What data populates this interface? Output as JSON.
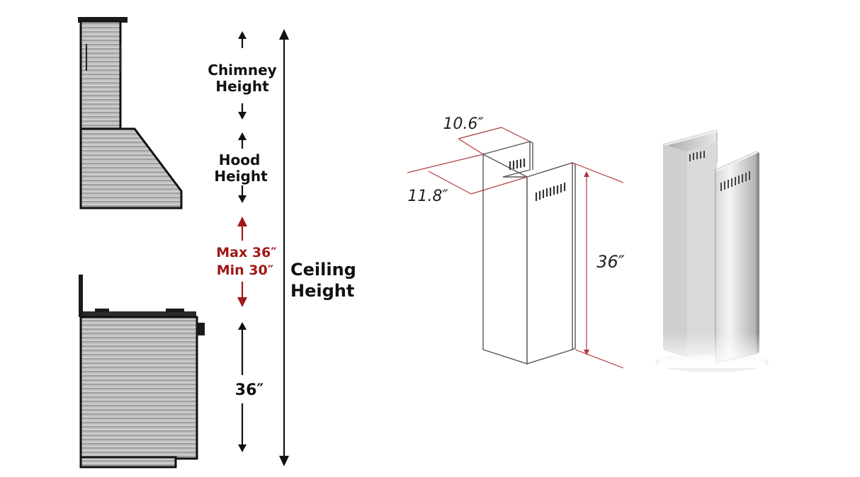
{
  "labels": {
    "chimney_line1": "Chimney",
    "chimney_line2": "Height",
    "hood_line1": "Hood",
    "hood_line2": "Height",
    "max": "Max 36″",
    "min": "Min 30″",
    "ceiling_line1": "Ceiling",
    "ceiling_line2": "Height",
    "range_height": "36″"
  },
  "dimensions": {
    "depth": "10.6″",
    "width": "11.8″",
    "height": "36″"
  },
  "colors": {
    "text": "#111111",
    "accent_red": "#a01818",
    "dimension_line": "#b23a3a",
    "steel_light": "#e4e4e4",
    "steel_dark": "#8a8a8a"
  }
}
